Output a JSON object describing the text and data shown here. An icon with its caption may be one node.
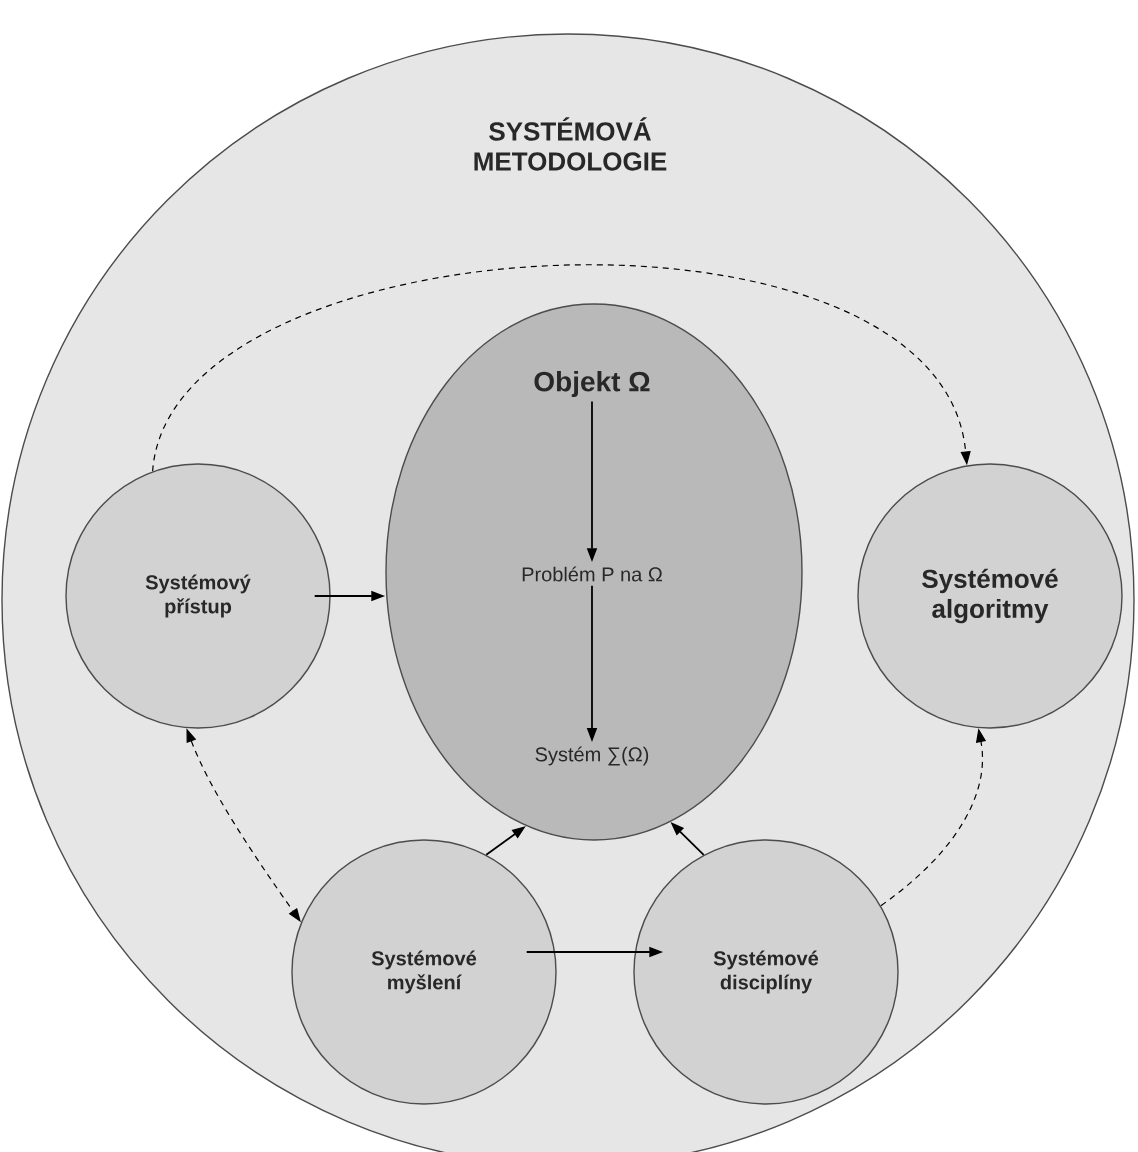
{
  "diagram": {
    "nodes": [
      {
        "text": [
          "SYSTÉMOVÁ METODOLOGIE"
        ]
      },
      {
        "text": [],
        "shape": "ellipse",
        "in": 0
      },
      {
        "text": [
          "Objekt Ω"
        ],
        "in": 1
      },
      {
        "text": [
          "Problém P na Ω"
        ],
        "in": 1
      },
      {
        "text": [
          "Systém ∑(Ω)"
        ],
        "in": 1
      },
      {
        "text": [
          "Systémový přístup"
        ],
        "in": 0
      },
      {
        "text": [
          "Systémové algoritmy"
        ],
        "in": 0
      },
      {
        "text": [
          "Systémové myšlení"
        ],
        "in": 0
      },
      {
        "text": [
          "Systémové disciplíny"
        ],
        "in": 0
      }
    ],
    "edges": [
      {
        "from": 2,
        "to": 3,
        "arrow": "to"
      },
      {
        "from": 3,
        "to": 4,
        "arrow": "to"
      },
      {
        "from": 5,
        "to": 1,
        "arrow": "to"
      },
      {
        "from": 5,
        "to": 6,
        "arrow": "to",
        "style": "dashed"
      },
      {
        "from": 5,
        "to": 7,
        "arrow": "both",
        "style": "dashed"
      },
      {
        "from": 7,
        "to": 1,
        "arrow": "to"
      },
      {
        "from": 8,
        "to": 1,
        "arrow": "to"
      },
      {
        "from": 7,
        "to": 8,
        "arrow": "to"
      },
      {
        "from": 8,
        "to": 6,
        "arrow": "to",
        "style": "dashed"
      }
    ]
  }
}
